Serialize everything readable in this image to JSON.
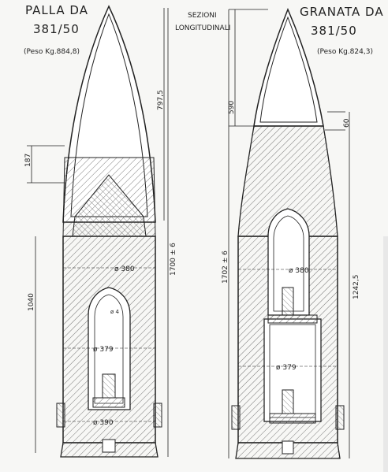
{
  "left_title_line1": "PALLA DA",
  "left_title_line2": "381/50",
  "left_weight": "(Peso Kg.884,8)",
  "center_title_line1": "SEZIONI",
  "center_title_line2": "LONGITUDINALI",
  "right_title_line1": "GRANATA DA",
  "right_title_line2": "381/50",
  "right_weight": "(Peso Kg.824,3)",
  "left_dims": {
    "nose_length": "797,5",
    "head_length": "187",
    "total_length": "1700 ± 6",
    "body_length": "1040",
    "dia_top": "ø 380",
    "dia_mid": "ø 379",
    "dia_base": "ø 390",
    "cavity_label": "ø 4"
  },
  "right_dims": {
    "nose_length": "590",
    "cap_length": "60",
    "total_length": "1702 ± 6",
    "body_length": "1242,5",
    "dia_top": "ø 380",
    "dia_mid": "ø 379"
  },
  "colors": {
    "ink": "#222222",
    "paper": "#f7f7f5",
    "hatch": "#555555"
  }
}
